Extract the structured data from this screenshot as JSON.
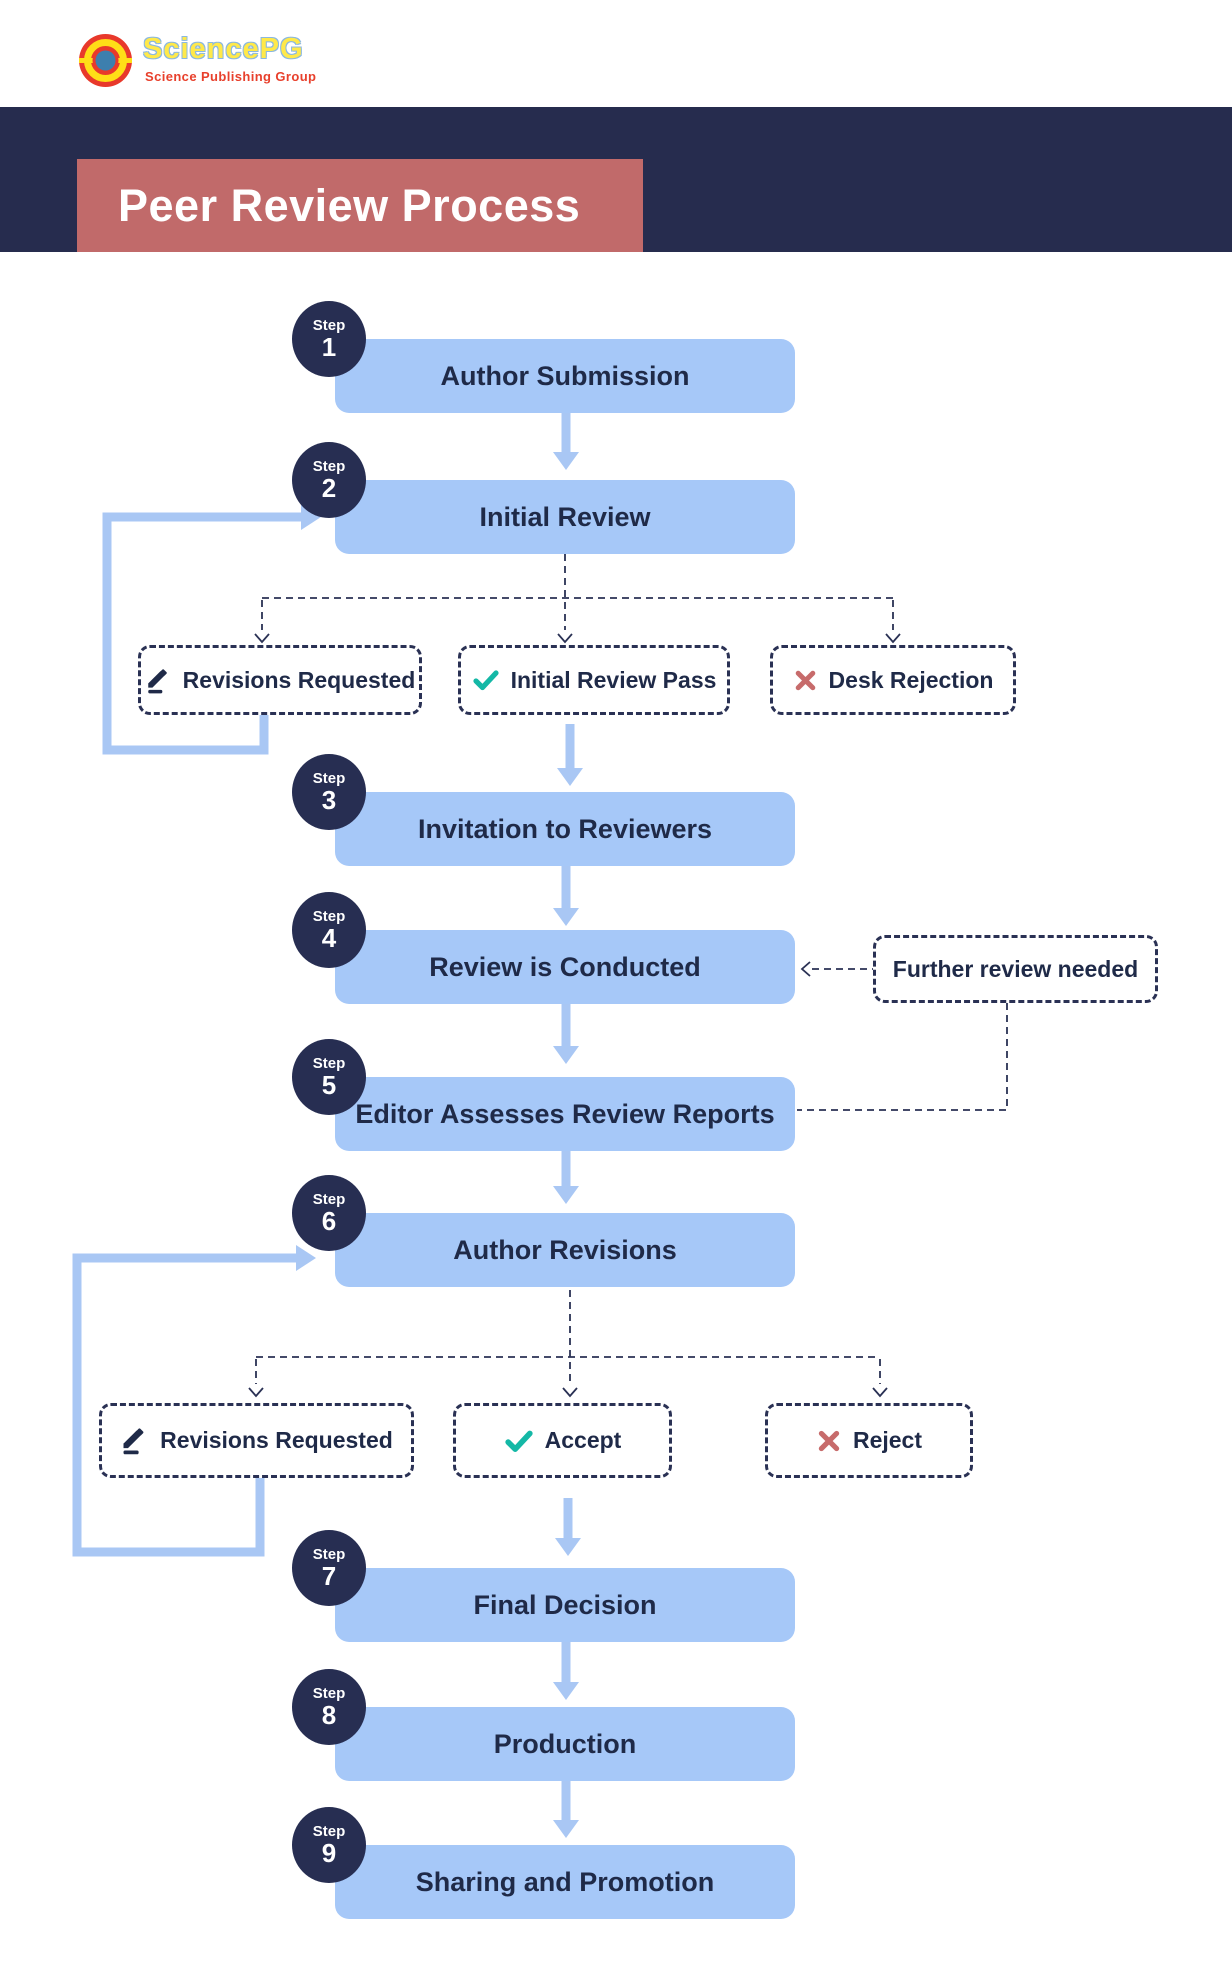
{
  "header": {
    "logo_text": "SciencePG",
    "logo_tagline": "Science Publishing Group"
  },
  "banner": {
    "title": "Peer Review Process"
  },
  "labels": {
    "step_word": "Step"
  },
  "steps": [
    {
      "num": "1",
      "label": "Author Submission"
    },
    {
      "num": "2",
      "label": "Initial Review"
    },
    {
      "num": "3",
      "label": "Invitation to Reviewers"
    },
    {
      "num": "4",
      "label": "Review is Conducted"
    },
    {
      "num": "5",
      "label": "Editor Assesses Review Reports"
    },
    {
      "num": "6",
      "label": "Author Revisions"
    },
    {
      "num": "7",
      "label": "Final Decision"
    },
    {
      "num": "8",
      "label": "Production"
    },
    {
      "num": "9",
      "label": "Sharing and Promotion"
    }
  ],
  "branch_row_1": [
    {
      "icon": "pencil-icon",
      "label": "Revisions Requested"
    },
    {
      "icon": "check-icon",
      "label": "Initial Review Pass"
    },
    {
      "icon": "x-icon",
      "label": "Desk Rejection"
    }
  ],
  "branch_row_2": [
    {
      "icon": "pencil-icon",
      "label": "Revisions Requested"
    },
    {
      "icon": "check-icon",
      "label": "Accept"
    },
    {
      "icon": "x-icon",
      "label": "Reject"
    }
  ],
  "note": {
    "label": "Further review needed"
  },
  "colors": {
    "band_navy": "#262C4E",
    "circle_navy": "#272E52",
    "dash_navy": "#2A3154",
    "rose_banner": "#C16A6A",
    "box_blue": "#A6C8F8",
    "arrow_blue": "#A9C7F4",
    "text_navy": "#1F2A48",
    "check_teal": "#14B8A6",
    "x_red": "#C76B6B",
    "logo_red": "#E8392B",
    "logo_yellow": "#FFDE17",
    "logo_blue": "#3D7FAE"
  }
}
